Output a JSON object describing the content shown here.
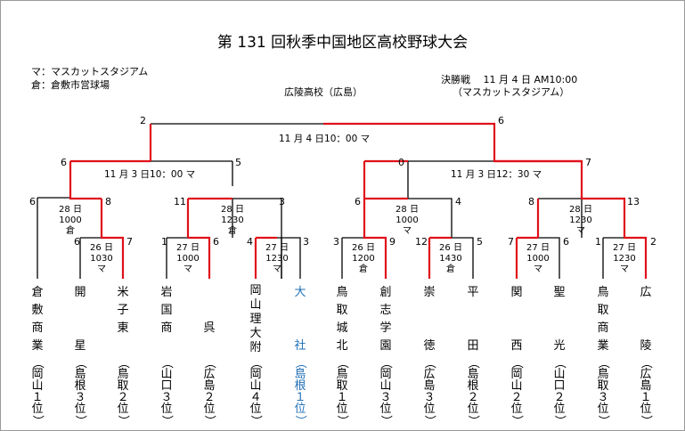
{
  "title": "第 131 回秋季中国地区高校野球大会",
  "legend": [
    "マ：マスカットスタジアム",
    "倉：倉敷市営球場"
  ],
  "final": {
    "label": "決勝戦　 11 月 4 日 AM10:00",
    "venue": "（マスカットスタジアム）",
    "champion": "広陵高校（広島）",
    "date_label": "11 月 4 日10：00 マ",
    "score_left": "2",
    "score_right": "6"
  },
  "semifinals": [
    {
      "date_label": "11 月 3 日10：00 マ",
      "score_left": "6",
      "score_right": "5"
    },
    {
      "date_label": "11 月 3 日12：30 マ",
      "score_left": "0",
      "score_right": "7"
    }
  ],
  "quarterfinals": [
    {
      "date": "28 日",
      "time": "1000",
      "venue": "倉",
      "score_left": "6",
      "score_right": "8"
    },
    {
      "date": "28 日",
      "time": "1230",
      "venue": "倉",
      "score_left": "11",
      "score_right": "3"
    },
    {
      "date": "28 日",
      "time": "1000",
      "venue": "マ",
      "score_left": "6",
      "score_right": "4"
    },
    {
      "date": "28 日",
      "time": "1230",
      "venue": "マ",
      "score_left": "8",
      "score_right": "13"
    }
  ],
  "first_round": [
    {
      "date": "26 日",
      "time": "1030",
      "venue": "マ",
      "score_left": "6",
      "score_right": "7"
    },
    {
      "date": "27 日",
      "time": "1000",
      "venue": "マ",
      "score_left": "1",
      "score_right": "6"
    },
    {
      "date": "27 日",
      "time": "1230",
      "venue": "マ",
      "score_left": "4",
      "score_right": "3"
    },
    {
      "date": "26 日",
      "time": "1200",
      "venue": "倉",
      "score_left": "3",
      "score_right": "9"
    },
    {
      "date": "26 日",
      "time": "1430",
      "venue": "倉",
      "score_left": "12",
      "score_right": "5"
    },
    {
      "date": "27 日",
      "time": "1000",
      "venue": "マ",
      "score_left": "7",
      "score_right": "6"
    },
    {
      "date": "27 日",
      "time": "1230",
      "venue": "マ",
      "score_left": "1",
      "score_right": "2"
    }
  ],
  "teams": [
    {
      "name": "倉敷商業",
      "seed": "（岡山１位）",
      "highlight": false
    },
    {
      "name": "開　星",
      "seed": "（島根３位）",
      "highlight": false
    },
    {
      "name": "米子東",
      "seed": "（鳥取２位）",
      "highlight": false
    },
    {
      "name": "岩国商",
      "seed": "（山口３位）",
      "highlight": false
    },
    {
      "name": "　呉",
      "seed": "（広島２位）",
      "highlight": false
    },
    {
      "name": "岡山理大附",
      "seed": "（岡山４位）",
      "highlight": false
    },
    {
      "name": "大　社",
      "seed": "（島根１位）",
      "highlight": true
    },
    {
      "name": "鳥取城北",
      "seed": "（鳥取１位）",
      "highlight": false
    },
    {
      "name": "創志学園",
      "seed": "（岡山３位）",
      "highlight": false
    },
    {
      "name": "崇　徳",
      "seed": "（広島３位）",
      "highlight": false
    },
    {
      "name": "平　田",
      "seed": "（島根２位）",
      "highlight": false
    },
    {
      "name": "関　西",
      "seed": "（岡山２位）",
      "highlight": false
    },
    {
      "name": "聖　光",
      "seed": "（山口２位）",
      "highlight": false
    },
    {
      "name": "鳥取商業",
      "seed": "（鳥取３位）",
      "highlight": false
    },
    {
      "name": "広　陵",
      "seed": "（広島１位）",
      "highlight": false
    }
  ],
  "colors": {
    "winner_line": "#e0101a",
    "loser_line": "#000000",
    "highlight_text": "#1f6fb5"
  }
}
